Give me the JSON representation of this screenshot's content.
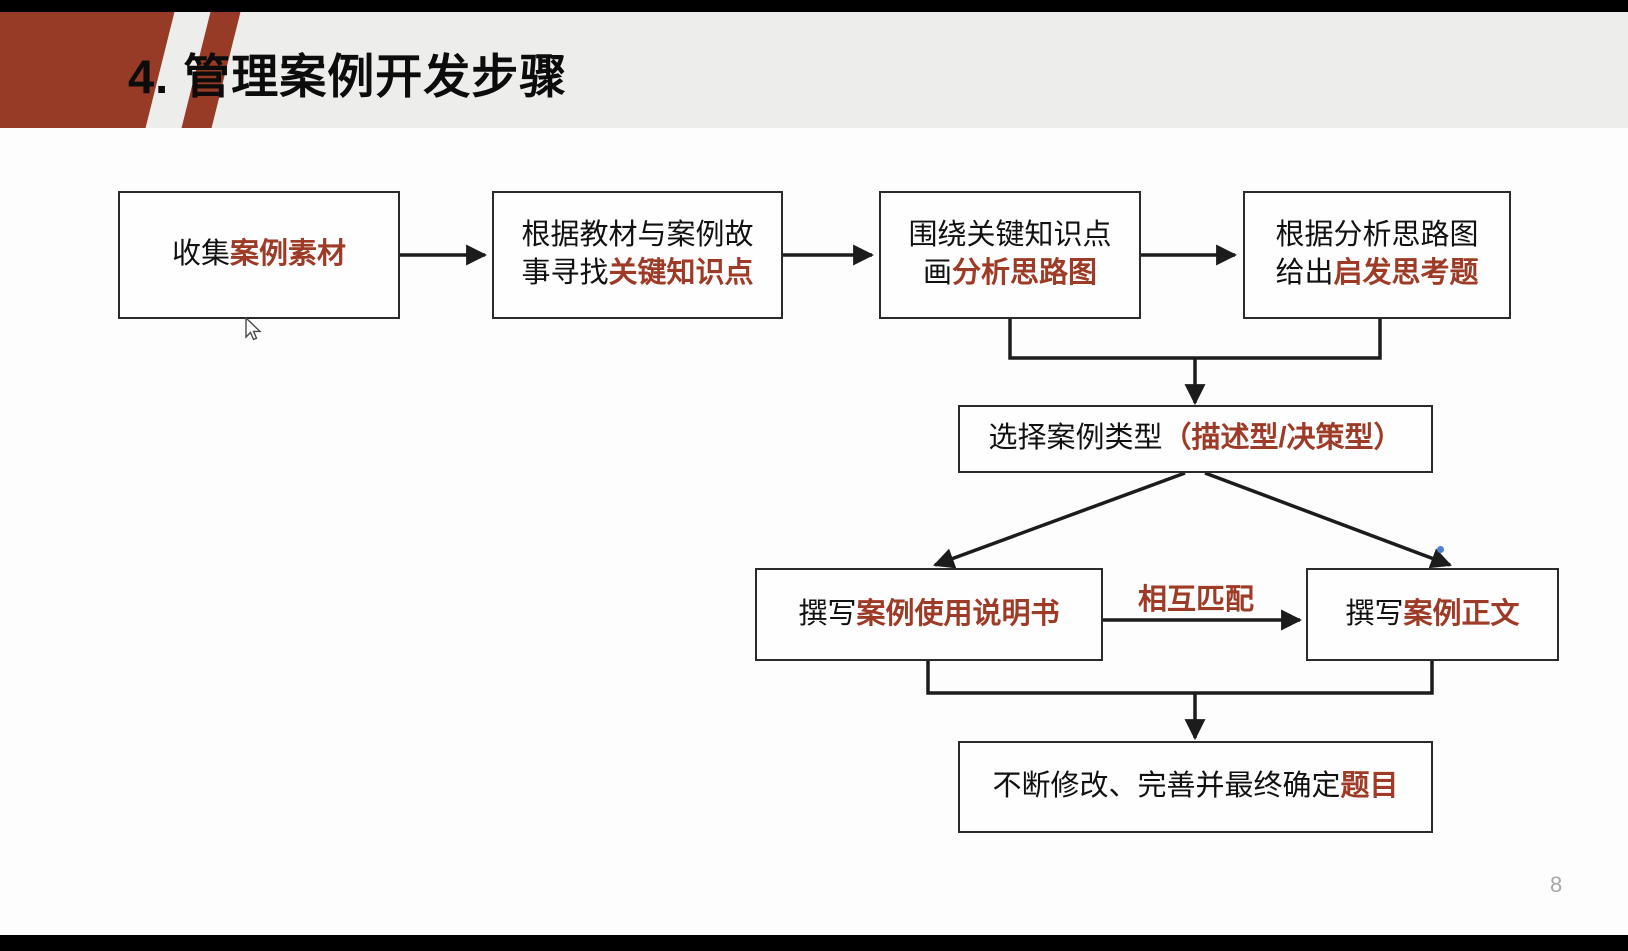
{
  "slide": {
    "page_number": "8",
    "accent_color": "#973a26",
    "highlight_color": "#9e3b27",
    "header_bg": "#ededeb"
  },
  "header": {
    "title": "4. 管理案例开发步骤"
  },
  "chart_data": {
    "type": "diagram",
    "title": "4. 管理案例开发步骤",
    "nodes": [
      {
        "id": "n1",
        "lines": [
          {
            "plain": "收集",
            "accent": "案例素材"
          }
        ]
      },
      {
        "id": "n2",
        "lines": [
          {
            "plain": "根据教材与案例故",
            "accent": ""
          },
          {
            "plain": "事寻找",
            "accent": "关键知识点"
          }
        ]
      },
      {
        "id": "n3",
        "lines": [
          {
            "plain": "围绕关键知识点",
            "accent": ""
          },
          {
            "plain": "画",
            "accent": "分析思路图"
          }
        ]
      },
      {
        "id": "n4",
        "lines": [
          {
            "plain": "根据分析思路图",
            "accent": ""
          },
          {
            "plain": "给出",
            "accent": "启发思考题"
          }
        ]
      },
      {
        "id": "n5",
        "lines": [
          {
            "plain": "选择案例类型",
            "accent": "（描述型/决策型）"
          }
        ]
      },
      {
        "id": "n6",
        "lines": [
          {
            "plain": "撰写",
            "accent": "案例使用说明书"
          }
        ]
      },
      {
        "id": "n7",
        "lines": [
          {
            "plain": "撰写",
            "accent": "案例正文"
          }
        ]
      },
      {
        "id": "n8",
        "lines": [
          {
            "plain": "不断修改、完善并最终确定",
            "accent": "题目"
          }
        ]
      }
    ],
    "edge_labels": [
      {
        "id": "e-match",
        "text": "相互匹配"
      }
    ],
    "edges": [
      {
        "from": "n1",
        "to": "n2"
      },
      {
        "from": "n2",
        "to": "n3"
      },
      {
        "from": "n3",
        "to": "n4"
      },
      {
        "from": "n3",
        "to": "n5"
      },
      {
        "from": "n4",
        "to": "n5"
      },
      {
        "from": "n5",
        "to": "n6"
      },
      {
        "from": "n5",
        "to": "n7"
      },
      {
        "from": "n6",
        "to": "n7",
        "label": "相互匹配"
      },
      {
        "from": "n6",
        "to": "n8"
      },
      {
        "from": "n7",
        "to": "n8"
      }
    ]
  },
  "nodes": {
    "n1": {
      "l1_plain": "收集",
      "l1_accent": "案例素材"
    },
    "n2": {
      "l1_plain": "根据教材与案例故",
      "l2_plain": "事寻找",
      "l2_accent": "关键知识点"
    },
    "n3": {
      "l1_plain": "围绕关键知识点",
      "l2_plain": "画",
      "l2_accent": "分析思路图"
    },
    "n4": {
      "l1_plain": "根据分析思路图",
      "l2_plain": "给出",
      "l2_accent": "启发思考题"
    },
    "n5": {
      "l1_plain": "选择案例类型",
      "l1_accent": "（描述型/决策型）"
    },
    "n6": {
      "l1_plain": "撰写",
      "l1_accent": "案例使用说明书"
    },
    "n7": {
      "l1_plain": "撰写",
      "l1_accent": "案例正文"
    },
    "n8": {
      "l1_plain": "不断修改、完善并最终确定",
      "l1_accent": "题目"
    }
  },
  "labels": {
    "match": "相互匹配"
  }
}
